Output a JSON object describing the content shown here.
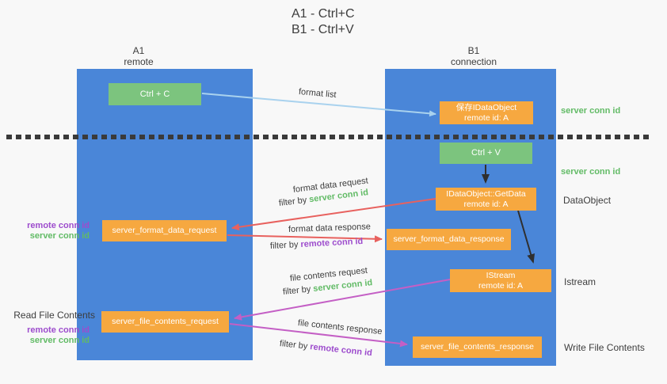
{
  "title": {
    "line1": "A1 - Ctrl+C",
    "line2": "B1 - Ctrl+V"
  },
  "columns": {
    "a1": {
      "name": "A1",
      "role": "remote"
    },
    "b1": {
      "name": "B1",
      "role": "connection"
    }
  },
  "boxes": {
    "ctrl_c": {
      "label": "Ctrl + C"
    },
    "save_dataobject": {
      "line1": "保存IDataObject",
      "line2": "remote id: A"
    },
    "ctrl_v": {
      "label": "Ctrl + V"
    },
    "getdata": {
      "line1": "IDataObject::GetData",
      "line2": "remote id: A"
    },
    "format_request": {
      "label": "server_format_data_request"
    },
    "format_response": {
      "label": "server_format_data_response"
    },
    "istream": {
      "line1": "IStream",
      "line2": "remote id: A"
    },
    "file_request": {
      "label": "server_file_contents_request"
    },
    "file_response": {
      "label": "server_file_contents_response"
    }
  },
  "arrow_labels": {
    "format_list": "format list",
    "format_data_request": "format data request",
    "format_data_response": "format data response",
    "file_contents_request": "file contents request",
    "file_contents_response": "file contents response",
    "filter_by": "filter by",
    "server_conn_id": "server conn id",
    "remote_conn_id": "remote conn id"
  },
  "side_labels": {
    "read_file_contents": "Read File Contents",
    "write_file_contents": "Write File Contents",
    "dataobject": "DataObject",
    "istream": "Istream",
    "server_conn_id": "server conn id",
    "remote_conn_id": "remote conn id"
  },
  "colors": {
    "column_blue": "#4a86d8",
    "box_green": "#7cc47e",
    "box_orange": "#f6a840",
    "arrow_red": "#e8615e",
    "arrow_magenta": "#c45fc5",
    "arrow_lightblue": "#a9d2ee",
    "arrow_black": "#2f2f2f",
    "dotted_line": "#3a3a3a",
    "text_green": "#62bb66",
    "text_purple": "#9d4ccd"
  }
}
